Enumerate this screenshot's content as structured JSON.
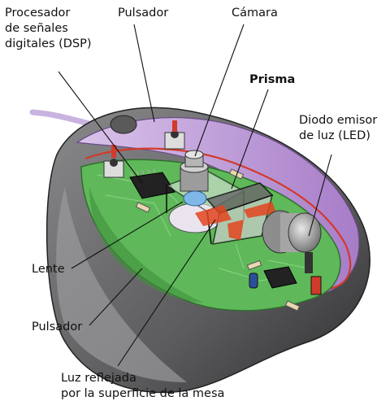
{
  "labels": {
    "dsp": [
      "Procesador",
      "de señales",
      "digitales (DSP)"
    ],
    "pulsador_top": "Pulsador",
    "camara": "Cámara",
    "prisma": "Prisma",
    "led": [
      "Diodo emisor",
      "de luz (LED)"
    ],
    "lente": "Lente",
    "pulsador_bottom": "Pulsador",
    "luz": [
      "Luz reflejada",
      "por la superficie de la mesa"
    ]
  },
  "colors": {
    "board": "#5fb95a",
    "board_dark": "#3f8f3c",
    "shell_purple": "#b996d6",
    "shell_gray": "#6e6e70",
    "trace_red": "#d23a2a",
    "lens_blue": "#7fb7e8"
  }
}
